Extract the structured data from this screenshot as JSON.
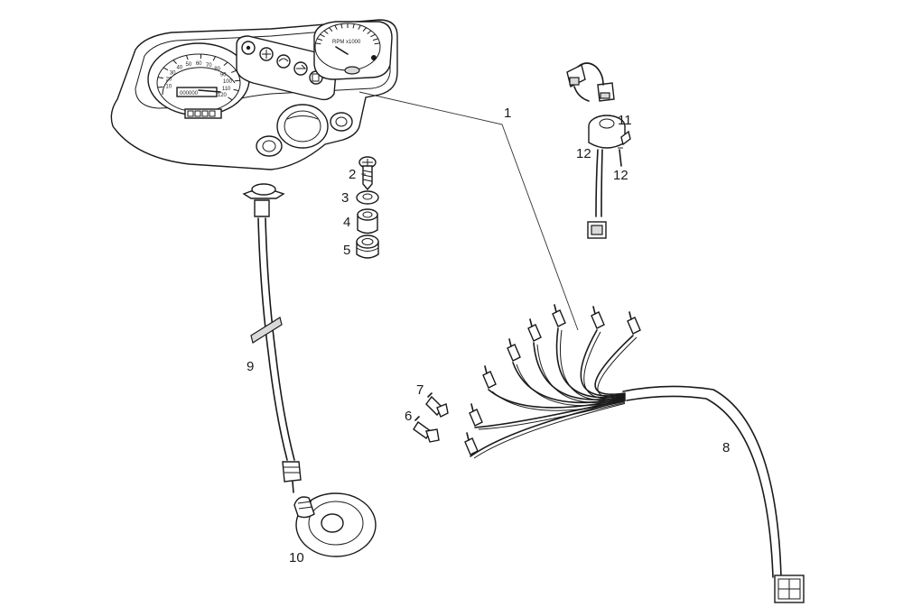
{
  "diagram": {
    "callouts": [
      {
        "id": "callout-1",
        "text": "1"
      },
      {
        "id": "callout-2",
        "text": "2"
      },
      {
        "id": "callout-3",
        "text": "3"
      },
      {
        "id": "callout-4",
        "text": "4"
      },
      {
        "id": "callout-5",
        "text": "5"
      },
      {
        "id": "callout-6",
        "text": "6"
      },
      {
        "id": "callout-7",
        "text": "7"
      },
      {
        "id": "callout-8",
        "text": "8"
      },
      {
        "id": "callout-9",
        "text": "9"
      },
      {
        "id": "callout-10",
        "text": "10"
      },
      {
        "id": "callout-11",
        "text": "11"
      },
      {
        "id": "callout-12a",
        "text": "12"
      },
      {
        "id": "callout-12b",
        "text": "12"
      }
    ],
    "speedometer_scale": [
      "10",
      "20",
      "30",
      "40",
      "50",
      "60",
      "70",
      "80",
      "90",
      "100",
      "110",
      "120"
    ],
    "odometer": "000000",
    "tachometer_label": "RPM x1000"
  }
}
